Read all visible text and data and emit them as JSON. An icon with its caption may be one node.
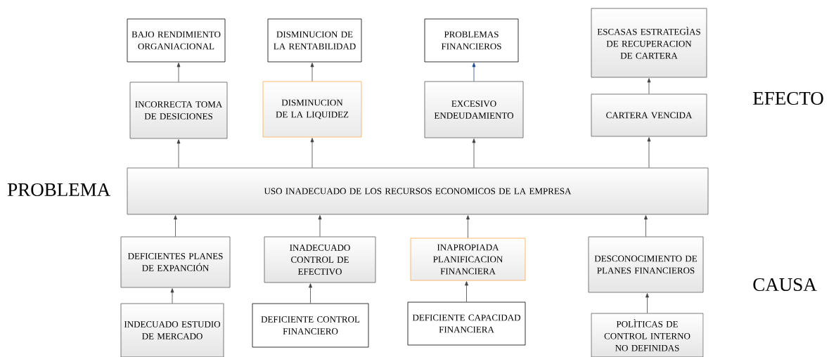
{
  "diagram": {
    "nodes": [
      {
        "text": [
          "BAJO RENDIMIENTO ORGANIACIONAL"
        ]
      },
      {
        "text": [
          "DISMINUCION DE LA RENTABILIDAD"
        ]
      },
      {
        "text": [
          "PROBLEMAS FINANCIEROS"
        ]
      },
      {
        "text": [
          "ESCASAS ESTRATEGÌAS DE RECUPERACION DE CARTERA"
        ]
      },
      {
        "text": [
          "INCORRECTA TOMA DE DESICIONES"
        ]
      },
      {
        "text": [
          "DISMINUCION DE LA LIQUIDEZ"
        ]
      },
      {
        "text": [
          "EXCESIVO ENDEUDAMIENTO"
        ]
      },
      {
        "text": [
          "CARTERA VENCIDA"
        ]
      },
      {
        "text": [
          "USO INADECUADO DE LOS RECURSOS ECONOMICOS DE LA EMPRESA"
        ]
      },
      {
        "text": [
          "DEFICIENTES PLANES DE EXPANCIÓN"
        ]
      },
      {
        "text": [
          "INADECUADO CONTROL DE EFECTIVO"
        ]
      },
      {
        "text": [
          "INAPROPIADA PLANIFICACION FINANCIERA"
        ]
      },
      {
        "text": [
          "DESCONOCIMIENTO DE PLANES FINANCIEROS"
        ]
      },
      {
        "text": [
          "INDECUADO ESTUDIO DE MERCADO"
        ]
      },
      {
        "text": [
          "DEFICIENTE CONTROL FINANCIERO"
        ]
      },
      {
        "text": [
          "DEFICIENTE CAPACIDAD FINANCIERA"
        ]
      },
      {
        "text": [
          "POLÌTICAS DE CONTROL INTERNO NO DEFINIDAS"
        ]
      }
    ],
    "edges": [
      {
        "from": 4,
        "to": 0,
        "arrow": "to"
      },
      {
        "from": 5,
        "to": 1,
        "arrow": "to"
      },
      {
        "from": 6,
        "to": 2,
        "arrow": "to",
        "color": "#1f4e8c"
      },
      {
        "from": 7,
        "to": 3,
        "arrow": "to"
      },
      {
        "from": 8,
        "to": 4,
        "arrow": "to"
      },
      {
        "from": 8,
        "to": 5,
        "arrow": "to"
      },
      {
        "from": 8,
        "to": 6,
        "arrow": "to"
      },
      {
        "from": 8,
        "to": 7,
        "arrow": "to"
      },
      {
        "from": 9,
        "to": 8,
        "arrow": "to"
      },
      {
        "from": 10,
        "to": 8,
        "arrow": "to"
      },
      {
        "from": 11,
        "to": 8,
        "arrow": "to"
      },
      {
        "from": 12,
        "to": 8,
        "arrow": "to"
      },
      {
        "from": 13,
        "to": 9,
        "arrow": "to"
      },
      {
        "from": 14,
        "to": 10,
        "arrow": "to"
      },
      {
        "from": 15,
        "to": 11,
        "arrow": "to"
      },
      {
        "from": 16,
        "to": 12,
        "arrow": "to"
      }
    ],
    "labels": [
      "EFECTO",
      "PROBLEMA",
      "CAUSA"
    ]
  }
}
